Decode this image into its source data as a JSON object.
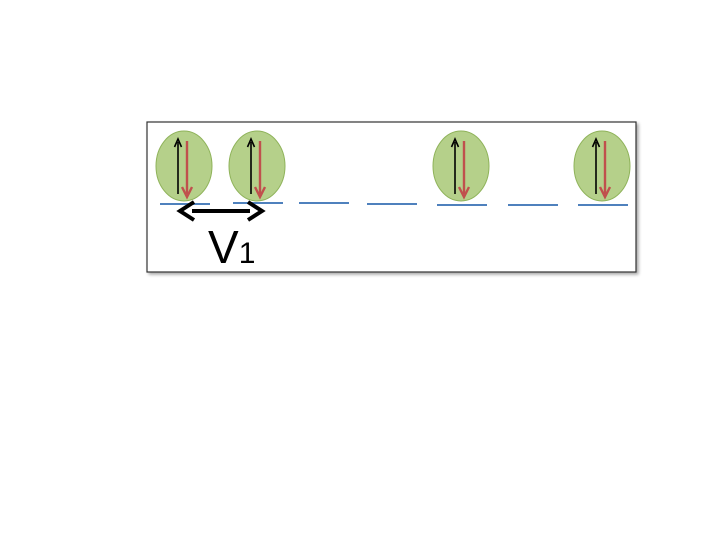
{
  "diagram": {
    "sites": [
      {
        "index": 1,
        "occupied": true
      },
      {
        "index": 2,
        "occupied": true
      },
      {
        "index": 3,
        "occupied": false
      },
      {
        "index": 4,
        "occupied": false
      },
      {
        "index": 5,
        "occupied": true
      },
      {
        "index": 6,
        "occupied": false
      },
      {
        "index": 7,
        "occupied": true
      }
    ],
    "hopping_label": {
      "main": "V",
      "subscript": "1"
    },
    "colors": {
      "frame_stroke": "#333333",
      "level_line": "#4f81bd",
      "particle_fill": "#b5d08a",
      "particle_stroke": "#8fb35a",
      "spin_up_arrow": "#000000",
      "spin_down_arrow": "#c0504d",
      "hop_arrow": "#000000"
    }
  }
}
